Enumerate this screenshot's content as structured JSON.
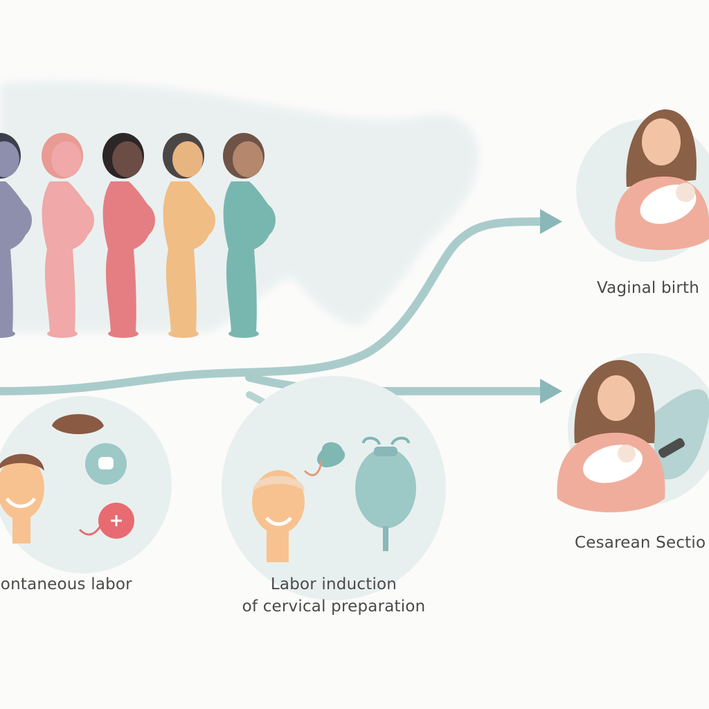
{
  "labels": {
    "vaginal_birth": "Vaginal birth",
    "cesarean_section": "Cesarean Sectio",
    "spontaneous_labor": "pontaneous labor",
    "induction_line1": "Labor induction",
    "induction_line2": "of cervical preparation"
  },
  "figures": [
    {
      "name": "figure-purple",
      "color": "#8d8fac",
      "hair": "#3e3f4d",
      "skin": "#8d8fac"
    },
    {
      "name": "figure-pink",
      "color": "#f0a8a8",
      "hair": "#e99a93",
      "skin": "#f0a8a8"
    },
    {
      "name": "figure-coral",
      "color": "#e47e83",
      "hair": "#2c2626",
      "skin": "#6b4d46"
    },
    {
      "name": "figure-peach",
      "color": "#f0bd84",
      "hair": "#4b4646",
      "skin": "#e8b580"
    },
    {
      "name": "figure-teal",
      "color": "#78b7b0",
      "hair": "#6e5346",
      "skin": "#b5876c"
    }
  ],
  "colors": {
    "background": "#fbfbfa",
    "circle": "#e8f0ef",
    "arrow": "#9cc3c2",
    "arrow_dark": "#8ab7b8",
    "map": "#dde8e8",
    "text": "#4a4a4a"
  }
}
